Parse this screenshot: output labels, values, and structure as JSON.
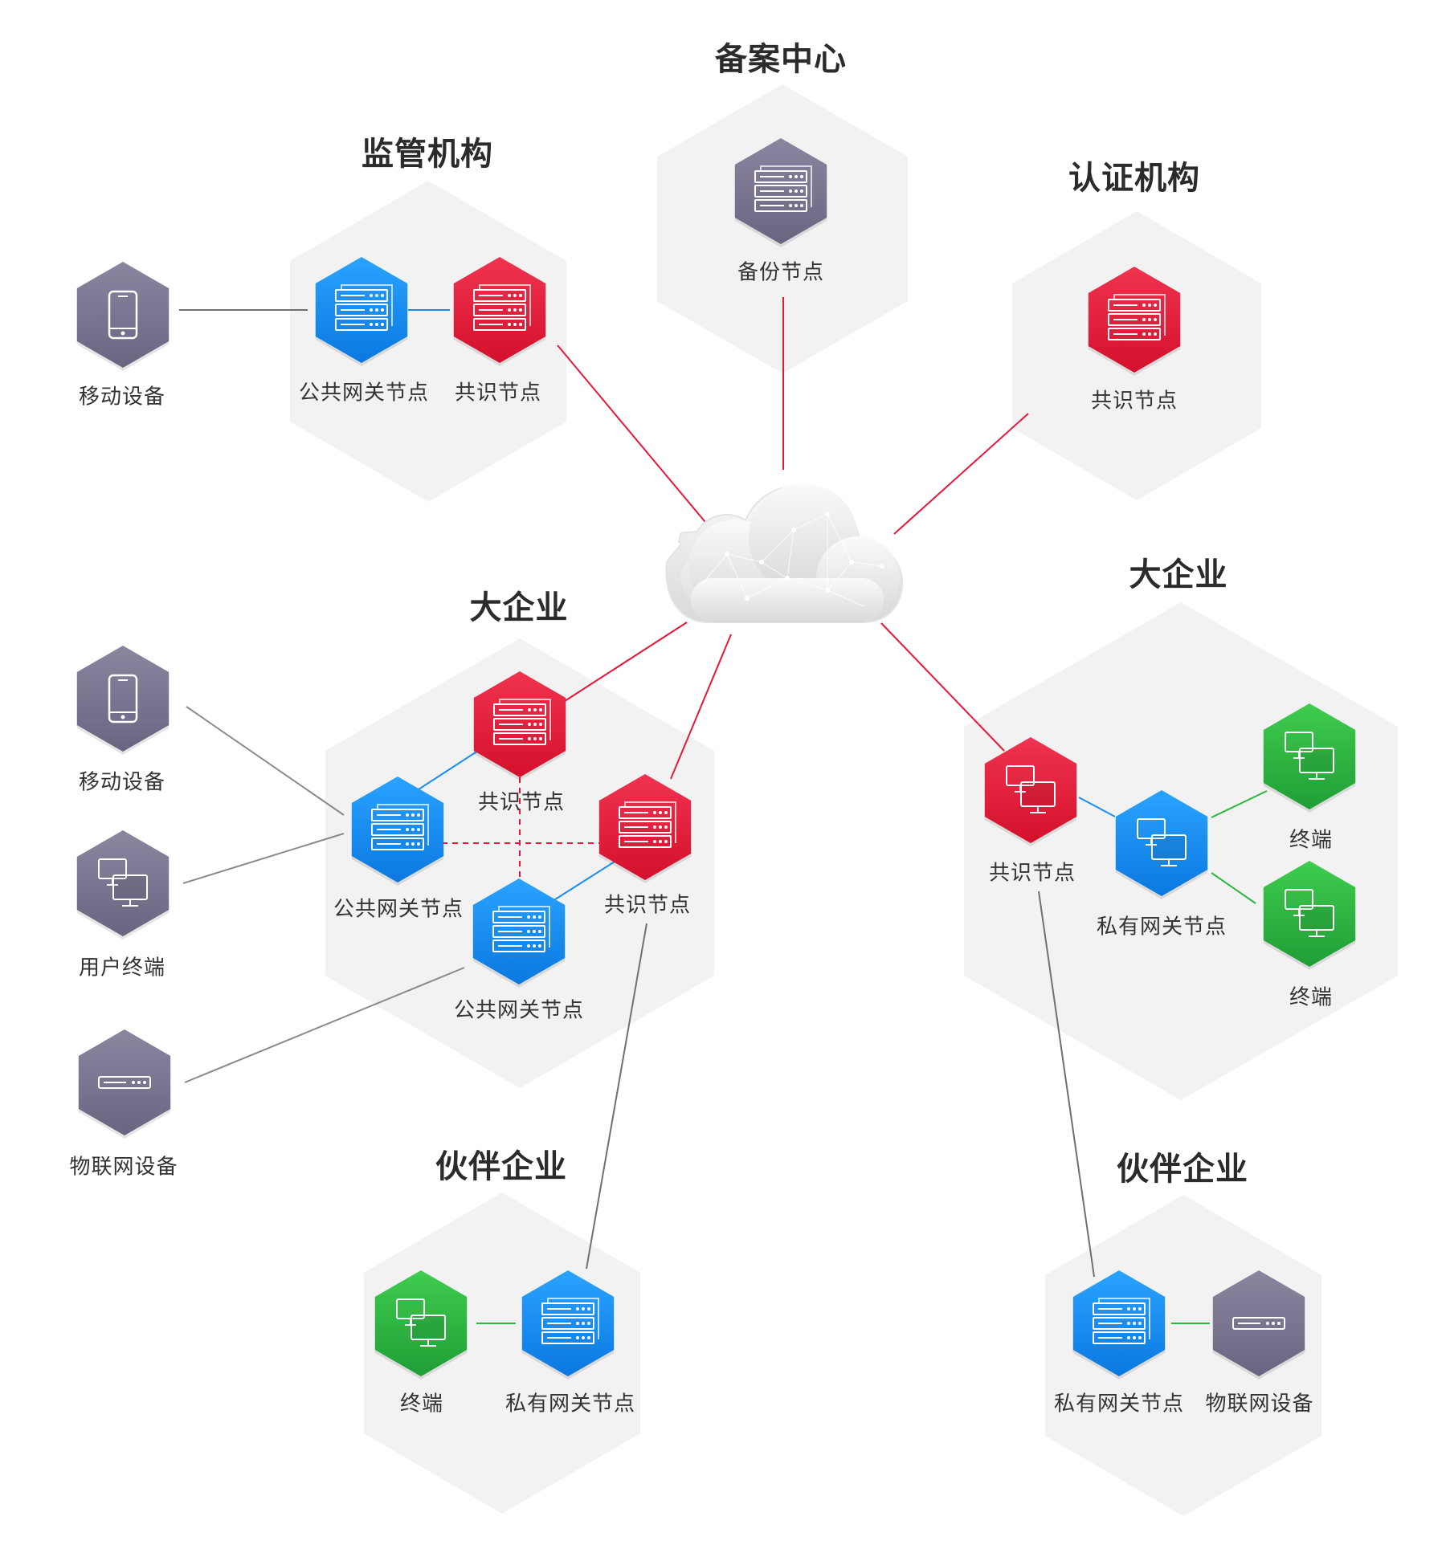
{
  "colors": {
    "region_fill": "#f2f2f2",
    "consensus": "#e8173a",
    "gateway": "#1a8ff0",
    "terminal": "#2db742",
    "device": "#7b7591",
    "line_red": "#e8173a",
    "line_blue": "#1a8ff0",
    "line_green": "#2db742",
    "line_gray": "#8a8a8a"
  },
  "regions": {
    "filing_center": "备案中心",
    "regulator": "监管机构",
    "cert_authority": "认证机构",
    "enterprise_left": "大企业",
    "enterprise_right": "大企业",
    "partner_left": "伙伴企业",
    "partner_right": "伙伴企业"
  },
  "nodes": {
    "backup": {
      "label": "备份节点",
      "kind": "server",
      "role": "device"
    },
    "reg_gateway": {
      "label": "公共网关节点",
      "kind": "server",
      "role": "gateway"
    },
    "reg_consensus": {
      "label": "共识节点",
      "kind": "server",
      "role": "consensus"
    },
    "reg_mobile": {
      "label": "移动设备",
      "kind": "phone",
      "role": "device"
    },
    "cert_consensus": {
      "label": "共识节点",
      "kind": "server",
      "role": "consensus"
    },
    "el_consensus_top": {
      "label": "共识节点",
      "kind": "server",
      "role": "consensus"
    },
    "el_consensus_right": {
      "label": "共识节点",
      "kind": "server",
      "role": "consensus"
    },
    "el_gateway_left": {
      "label": "公共网关节点",
      "kind": "server",
      "role": "gateway"
    },
    "el_gateway_bottom": {
      "label": "公共网关节点",
      "kind": "server",
      "role": "gateway"
    },
    "el_mobile": {
      "label": "移动设备",
      "kind": "phone",
      "role": "device"
    },
    "el_user_terminal": {
      "label": "用户终端",
      "kind": "monitor",
      "role": "device"
    },
    "el_iot": {
      "label": "物联网设备",
      "kind": "iot",
      "role": "device"
    },
    "er_consensus": {
      "label": "共识节点",
      "kind": "monitor",
      "role": "consensus"
    },
    "er_gateway": {
      "label": "私有网关节点",
      "kind": "monitor",
      "role": "gateway"
    },
    "er_terminal_top": {
      "label": "终端",
      "kind": "monitor",
      "role": "terminal"
    },
    "er_terminal_bottom": {
      "label": "终端",
      "kind": "monitor",
      "role": "terminal"
    },
    "pl_terminal": {
      "label": "终端",
      "kind": "monitor",
      "role": "terminal"
    },
    "pl_gateway": {
      "label": "私有网关节点",
      "kind": "server",
      "role": "gateway"
    },
    "pr_gateway": {
      "label": "私有网关节点",
      "kind": "server",
      "role": "gateway"
    },
    "pr_iot": {
      "label": "物联网设备",
      "kind": "iot",
      "role": "device"
    }
  },
  "edges": [
    {
      "from": "cloud",
      "to": "backup",
      "color": "line_red"
    },
    {
      "from": "cloud",
      "to": "reg_consensus",
      "color": "line_red"
    },
    {
      "from": "cloud",
      "to": "cert_consensus",
      "color": "line_red"
    },
    {
      "from": "cloud",
      "to": "el_consensus_top",
      "color": "line_red"
    },
    {
      "from": "cloud",
      "to": "el_consensus_right",
      "color": "line_red"
    },
    {
      "from": "cloud",
      "to": "er_consensus",
      "color": "line_red"
    },
    {
      "from": "reg_mobile",
      "to": "reg_gateway",
      "color": "line_gray"
    },
    {
      "from": "reg_gateway",
      "to": "reg_consensus",
      "color": "line_blue"
    },
    {
      "from": "el_gateway_left",
      "to": "el_consensus_top",
      "color": "line_blue"
    },
    {
      "from": "el_gateway_bottom",
      "to": "el_consensus_right",
      "color": "line_blue"
    },
    {
      "from": "el_gateway_left",
      "to": "el_consensus_right",
      "color": "line_red",
      "style": "dashed"
    },
    {
      "from": "el_consensus_top",
      "to": "el_gateway_bottom",
      "color": "line_red",
      "style": "dashed"
    },
    {
      "from": "el_mobile",
      "to": "el_gateway_left",
      "color": "line_gray"
    },
    {
      "from": "el_user_terminal",
      "to": "el_gateway_left",
      "color": "line_gray"
    },
    {
      "from": "el_iot",
      "to": "el_gateway_bottom",
      "color": "line_gray"
    },
    {
      "from": "el_consensus_right",
      "to": "pl_gateway",
      "color": "line_gray"
    },
    {
      "from": "pl_terminal",
      "to": "pl_gateway",
      "color": "line_green"
    },
    {
      "from": "er_consensus",
      "to": "er_gateway",
      "color": "line_blue"
    },
    {
      "from": "er_gateway",
      "to": "er_terminal_top",
      "color": "line_green"
    },
    {
      "from": "er_gateway",
      "to": "er_terminal_bottom",
      "color": "line_green"
    },
    {
      "from": "er_consensus",
      "to": "pr_gateway",
      "color": "line_gray"
    },
    {
      "from": "pr_gateway",
      "to": "pr_iot",
      "color": "line_green"
    }
  ]
}
